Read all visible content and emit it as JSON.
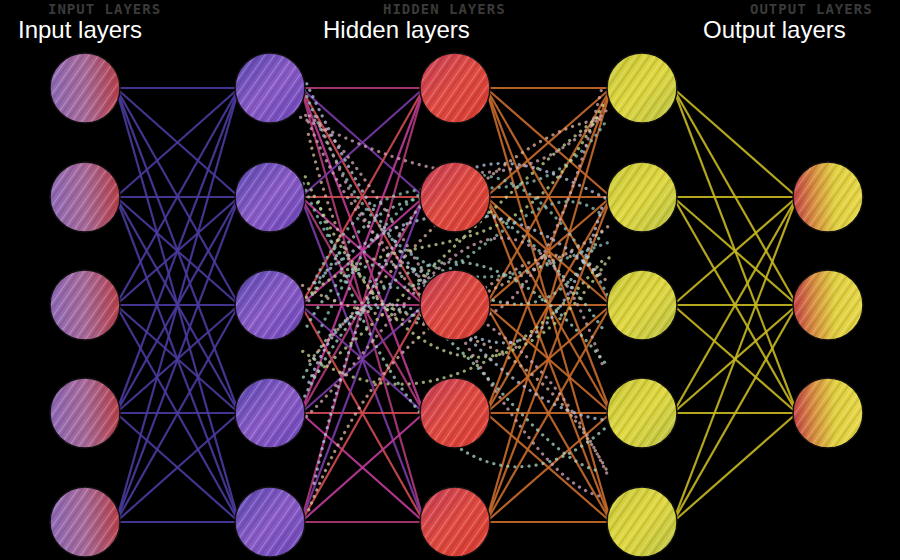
{
  "diagram": {
    "labels": [
      "INPUT LAYERS",
      "HIDDEN LAYERS",
      "OUTPUT LAYERS",
      "Input layers",
      "Hidden layers",
      "Output layers"
    ]
  }
}
